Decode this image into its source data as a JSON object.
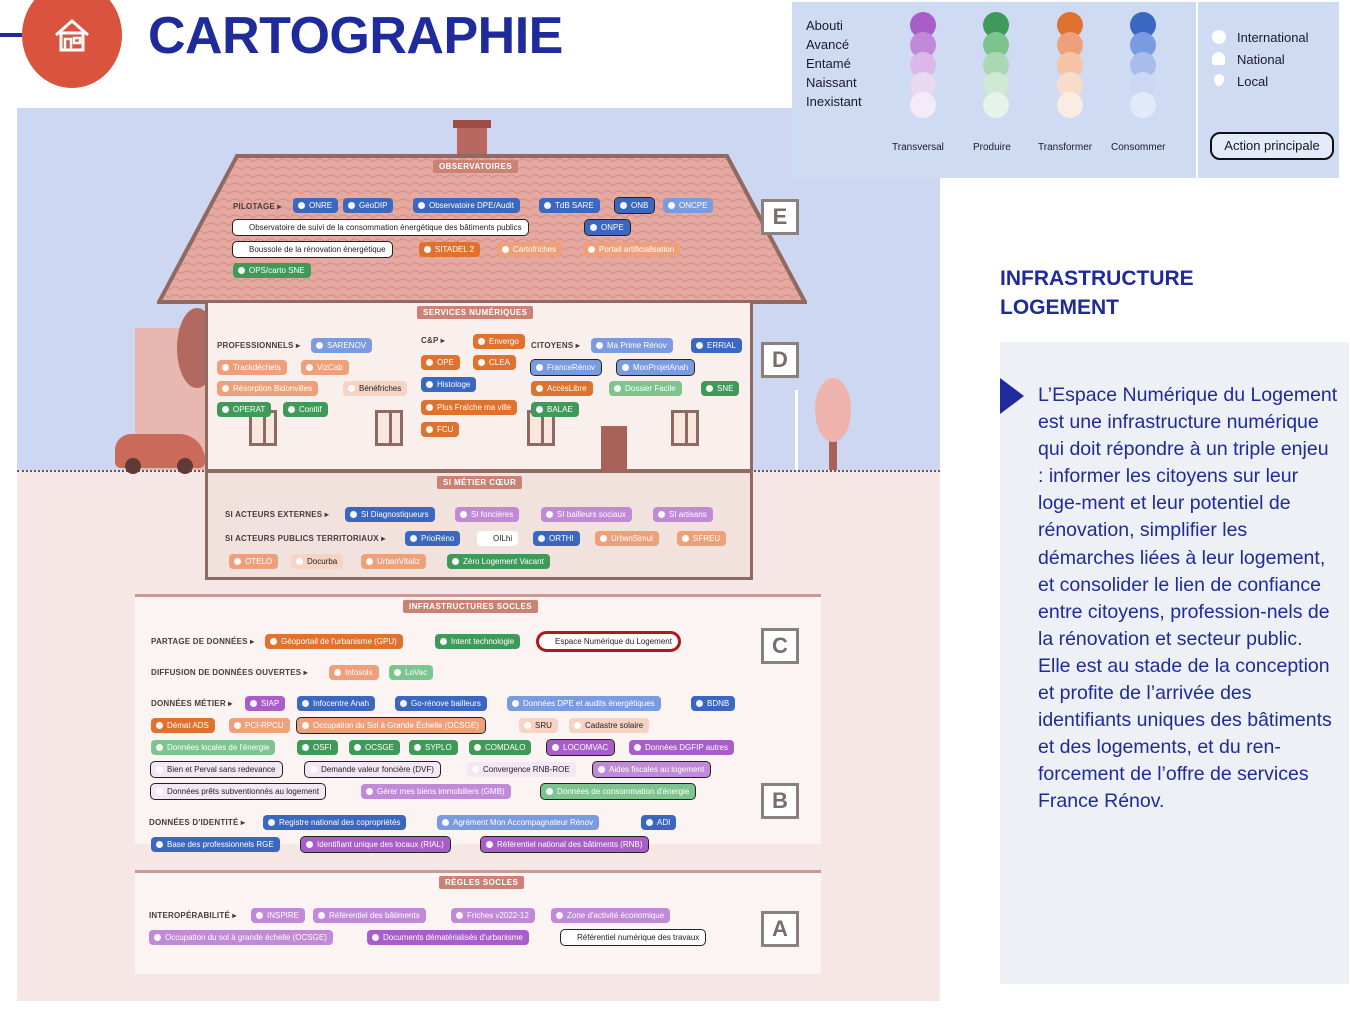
{
  "header": {
    "title": "CARTOGRAPHIE",
    "icon": "house-icon"
  },
  "colors": {
    "brand": "#1f2a9b",
    "badge": "#d9533e",
    "transversal": "#a95dc8",
    "produire": "#3f9a5a",
    "transformer": "#e0722f",
    "consommer": "#3a67c0"
  },
  "legend": {
    "levels": [
      "Abouti",
      "Avancé",
      "Entamé",
      "Naissant",
      "Inexistant"
    ],
    "columns": [
      "Transversal",
      "Produire",
      "Transformer",
      "Consommer"
    ],
    "scales": [
      "International",
      "National",
      "Local"
    ],
    "action": "Action principale"
  },
  "sidebar": {
    "title": "INFRASTRUCTURE LOGEMENT",
    "text": "L’Espace Numérique du Logement est une infrastructure numérique qui doit répondre à un triple enjeu : informer les citoyens sur leur loge-ment et leur potentiel de rénovation, simplifier les démarches liées à leur logement, et consolider le lien de confiance entre citoyens, profession-nels de la rénovation et secteur public. Elle est au stade de la conception et profite de l’arrivée des identifiants uniques des bâtiments et des logements, et du ren-forcement de l’offre de services France Rénov."
  },
  "diagram": {
    "sections": {
      "e": "OBSERVATOIRES",
      "d": "SERVICES NUMÉRIQUES",
      "core": "SI MÉTIER CŒUR",
      "c": "INFRASTRUCTURES SOCLES",
      "a": "RÈGLES SOCLES"
    },
    "rows": {
      "pilotage": "PILOTAGE ▸",
      "pro": "PROFESSIONNELS ▸",
      "cp": "C&P ▸",
      "cit": "CITOYENS ▸",
      "ext": "SI ACTEURS EXTERNES ▸",
      "pub": "SI ACTEURS PUBLICS TERRITORIAUX ▸",
      "partage": "PARTAGE DE DONNÉES ▸",
      "diffusion": "DIFFUSION DE DONNÉES OUVERTES ▸",
      "metier": "DONNÉES MÉTIER ▸",
      "identite": "DONNÉES D'IDENTITÉ ▸",
      "interop": "INTEROPÉRABILITÉ ▸"
    },
    "letters": [
      "E",
      "D",
      "C",
      "B",
      "A"
    ],
    "tags": {
      "onre": "ONRE",
      "geodip": "GéoDIP",
      "obsdpe": "Observatoire DPE/Audit",
      "tdbsare": "TdB SARE",
      "onb": "ONB",
      "oncpe": "ONCPE",
      "obsconso": "Observatoire de suivi de la consommation énergétique des bâtiments publics",
      "onpe": "ONPE",
      "boussole": "Boussole de la rénovation énergétique",
      "sitadel": "SITADEL 2",
      "cartofriches": "Cartofriches",
      "portail": "Portail artificialisation",
      "ops": "OPS/carto SNE",
      "sarenov": "SARENOV",
      "trackdechets": "Trackdéchets",
      "vizcab": "VizCab",
      "resorption": "Résorption Bidonvilles",
      "benefriches": "Bénéfriches",
      "operat": "OPERAT",
      "conitif": "Conitif",
      "envergo": "Envergo",
      "ope": "OPE",
      "clea": "CLEA",
      "histologe": "Histologe",
      "plusfraiche": "Plus Fraîche ma ville",
      "fcu": "FCU",
      "maprime": "Ma Prime Rénov",
      "errial": "ERRIAL",
      "francerenov": "FranceRénov",
      "monprojet": "MonProjetAnah",
      "acceslibre": "AccèsLibre",
      "dossier": "Dossier Facile",
      "sne": "SNE",
      "balae": "BALAE",
      "sidiag": "SI Diagnostiqueurs",
      "sifoncieres": "SI foncières",
      "sibailleurs": "SI bailleurs sociaux",
      "siartisans": "SI artisans",
      "prioreno": "PrioRéno",
      "oilhi": "OILhi",
      "orthi": "ORTHI",
      "urbansimul": "UrbanSimul",
      "sfreu": "SFREU",
      "otelo": "OTELO",
      "docurba": "Docurba",
      "urbanvitaliz": "UrbanVitaliz",
      "zlv": "Zéro Logement Vacant",
      "gpu": "Géoportail de l'urbanisme (GPU)",
      "intent": "Intent technologie",
      "enl": "Espace Numérique du Logement",
      "infosols": "Infosols",
      "lovac": "LoVac",
      "siap": "SIAP",
      "infocentre": "Infocentre Anah",
      "gorenove": "Go-rénove bailleurs",
      "dpeaudit": "Données DPE et audits énergétiques",
      "bdnb": "BDNB",
      "dematads": "Démat ADS",
      "pcirpcu": "PCI-RPCU",
      "ocsge1": "Occupation du Sol à Grande Échelle (OCSGE)",
      "sru": "SRU",
      "cadastre": "Cadastre solaire",
      "dle": "Données locales de l'énergie",
      "osfi": "OSFI",
      "ocsge": "OCSGE",
      "syplo": "SYPLO",
      "comdalo": "COMDALO",
      "locomvac": "LOCOMVAC",
      "dgfip": "Données DGFIP autres",
      "perval": "Bien et Perval sans redevance",
      "dvf": "Demande valeur foncière (DVF)",
      "rnbroe": "Convergence RNB-ROE",
      "aides": "Aides fiscales au logement",
      "prets": "Données prêts subventionnés au logement",
      "gmb": "Gérer mes biens immobiliers (GMB)",
      "conso": "Données de consommation d'énergie",
      "rnc": "Registre national des copropriétés",
      "agrement": "Agrément Mon Accompagnateur Rénov",
      "adi": "ADI",
      "rge": "Base des professionnels RGE",
      "rial": "Identifiant unique des locaux (RIAL)",
      "rnb": "Référentiel national des bâtiments (RNB)",
      "inspire": "INSPIRE",
      "refbat": "Référentiel des bâtiments",
      "friches": "Friches v2022-12",
      "zae": "Zone d'activité économique",
      "ocsge2": "Occupation du sol à grande échelle (OCSGE)",
      "docsurba": "Documents dématérialisés d'urbanisme",
      "refnum": "Référentiel numérique des travaux"
    }
  }
}
